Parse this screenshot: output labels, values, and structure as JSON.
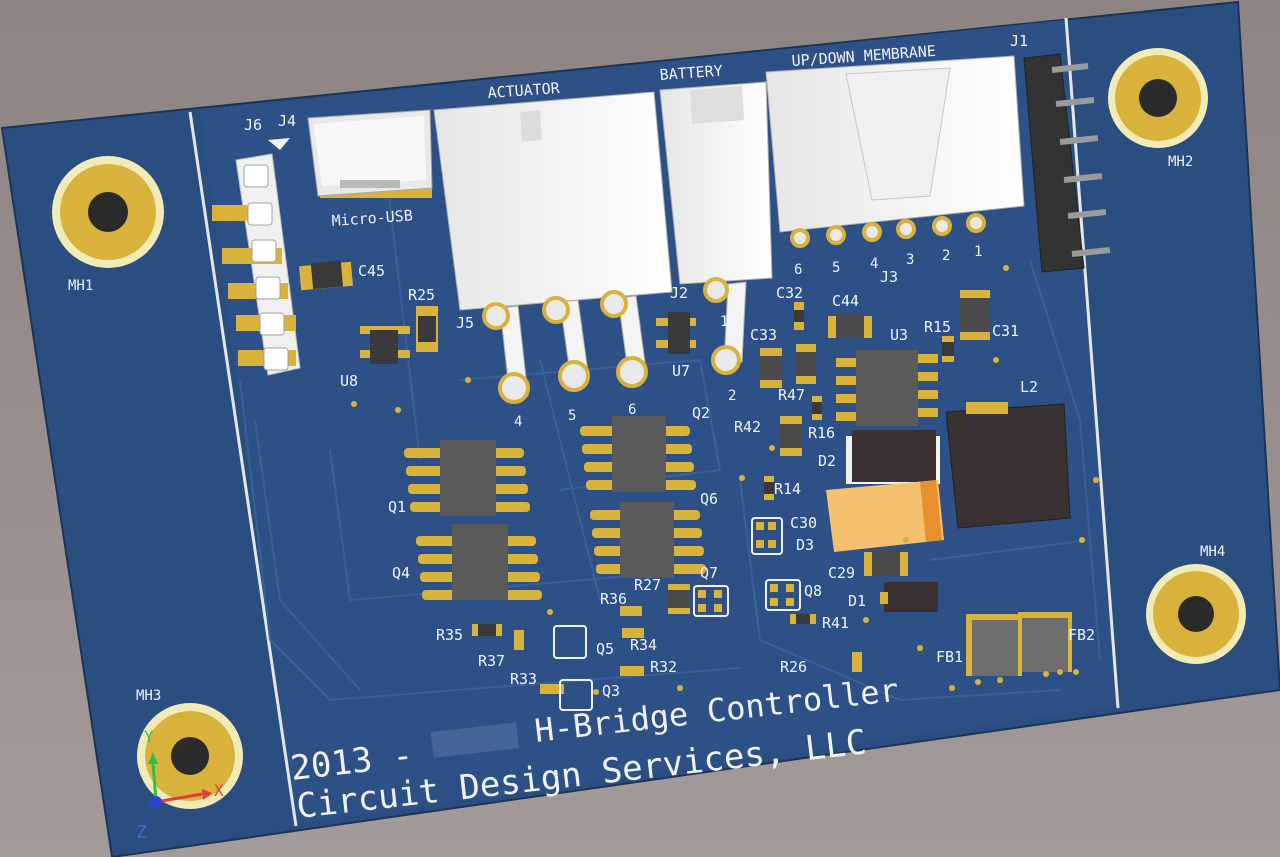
{
  "board": {
    "brand_line1": "2013 -",
    "product_name": "H-Bridge Controller",
    "brand_line2": "Circuit Design Services, LLC"
  },
  "connectors": {
    "actuator": "ACTUATOR",
    "battery": "BATTERY",
    "membrane": "UP/DOWN MEMBRANE",
    "usb": "Micro-USB"
  },
  "refdes": {
    "J1": "J1",
    "J2": "J2",
    "J3": "J3",
    "J4": "J4",
    "J5": "J5",
    "J6": "J6",
    "MH1": "MH1",
    "MH2": "MH2",
    "MH3": "MH3",
    "MH4": "MH4",
    "C29": "C29",
    "C30": "C30",
    "C31": "C31",
    "C32": "C32",
    "C33": "C33",
    "C44": "C44",
    "C45": "C45",
    "D1": "D1",
    "D2": "D2",
    "D3": "D3",
    "FB1": "FB1",
    "FB2": "FB2",
    "L2": "L2",
    "Q1": "Q1",
    "Q2": "Q2",
    "Q3": "Q3",
    "Q4": "Q4",
    "Q5": "Q5",
    "Q6": "Q6",
    "Q7": "Q7",
    "Q8": "Q8",
    "R14": "R14",
    "R15": "R15",
    "R16": "R16",
    "R25": "R25",
    "R26": "R26",
    "R27": "R27",
    "R32": "R32",
    "R33": "R33",
    "R34": "R34",
    "R35": "R35",
    "R36": "R36",
    "R37": "R37",
    "R41": "R41",
    "R42": "R42",
    "R47": "R47",
    "U3": "U3",
    "U7": "U7",
    "U8": "U8"
  },
  "pins": {
    "j3": [
      "6",
      "5",
      "4",
      "3",
      "2",
      "1"
    ],
    "j5": [
      "4",
      "5",
      "6"
    ],
    "j2a": "1",
    "j2b": "2"
  },
  "axes": {
    "x": "X",
    "y": "Y",
    "z": "Z"
  },
  "colors": {
    "pcb": "#2a4d7e",
    "silkscreen": "#f2f2f2",
    "copper": "#e0b84a",
    "background": "#8f8585"
  }
}
